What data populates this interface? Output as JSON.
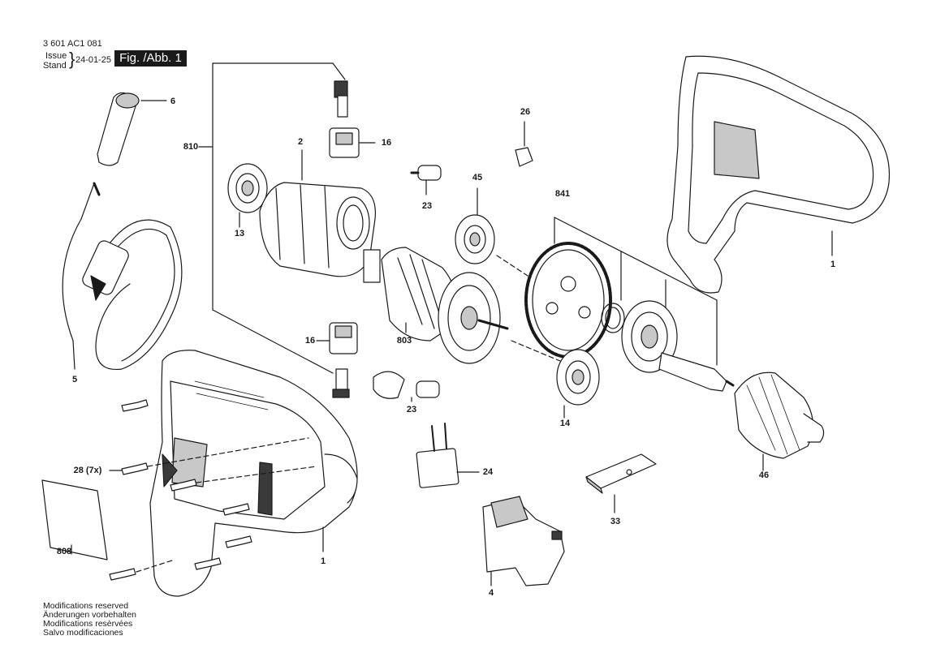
{
  "header": {
    "part_number": "3 601 AC1 081",
    "issue_label": "Issue",
    "stand_label": "Stand",
    "date": "24-01-25",
    "figure_label": "Fig. /Abb. 1"
  },
  "callouts": [
    {
      "id": "c6",
      "text": "6"
    },
    {
      "id": "c810",
      "text": "810"
    },
    {
      "id": "c2",
      "text": "2"
    },
    {
      "id": "c16a",
      "text": "16"
    },
    {
      "id": "c13",
      "text": "13"
    },
    {
      "id": "c23a",
      "text": "23"
    },
    {
      "id": "c45",
      "text": "45"
    },
    {
      "id": "c26",
      "text": "26"
    },
    {
      "id": "c841",
      "text": "841"
    },
    {
      "id": "c1a",
      "text": "1"
    },
    {
      "id": "c5",
      "text": "5"
    },
    {
      "id": "c16b",
      "text": "16"
    },
    {
      "id": "c803",
      "text": "803"
    },
    {
      "id": "c23b",
      "text": "23"
    },
    {
      "id": "c14",
      "text": "14"
    },
    {
      "id": "c28",
      "text": "28 (7x)"
    },
    {
      "id": "c24",
      "text": "24"
    },
    {
      "id": "c46",
      "text": "46"
    },
    {
      "id": "c33",
      "text": "33"
    },
    {
      "id": "c808",
      "text": "808"
    },
    {
      "id": "c1b",
      "text": "1"
    },
    {
      "id": "c4",
      "text": "4"
    }
  ],
  "footer": [
    "Modifications reserved",
    "Änderungen vorbehalten",
    "Modifications resèrvées",
    "Salvo modificaciones"
  ],
  "colors": {
    "ink": "#1a1a1a",
    "shade": "#c8c8c8",
    "dark": "#3a3a3a"
  }
}
